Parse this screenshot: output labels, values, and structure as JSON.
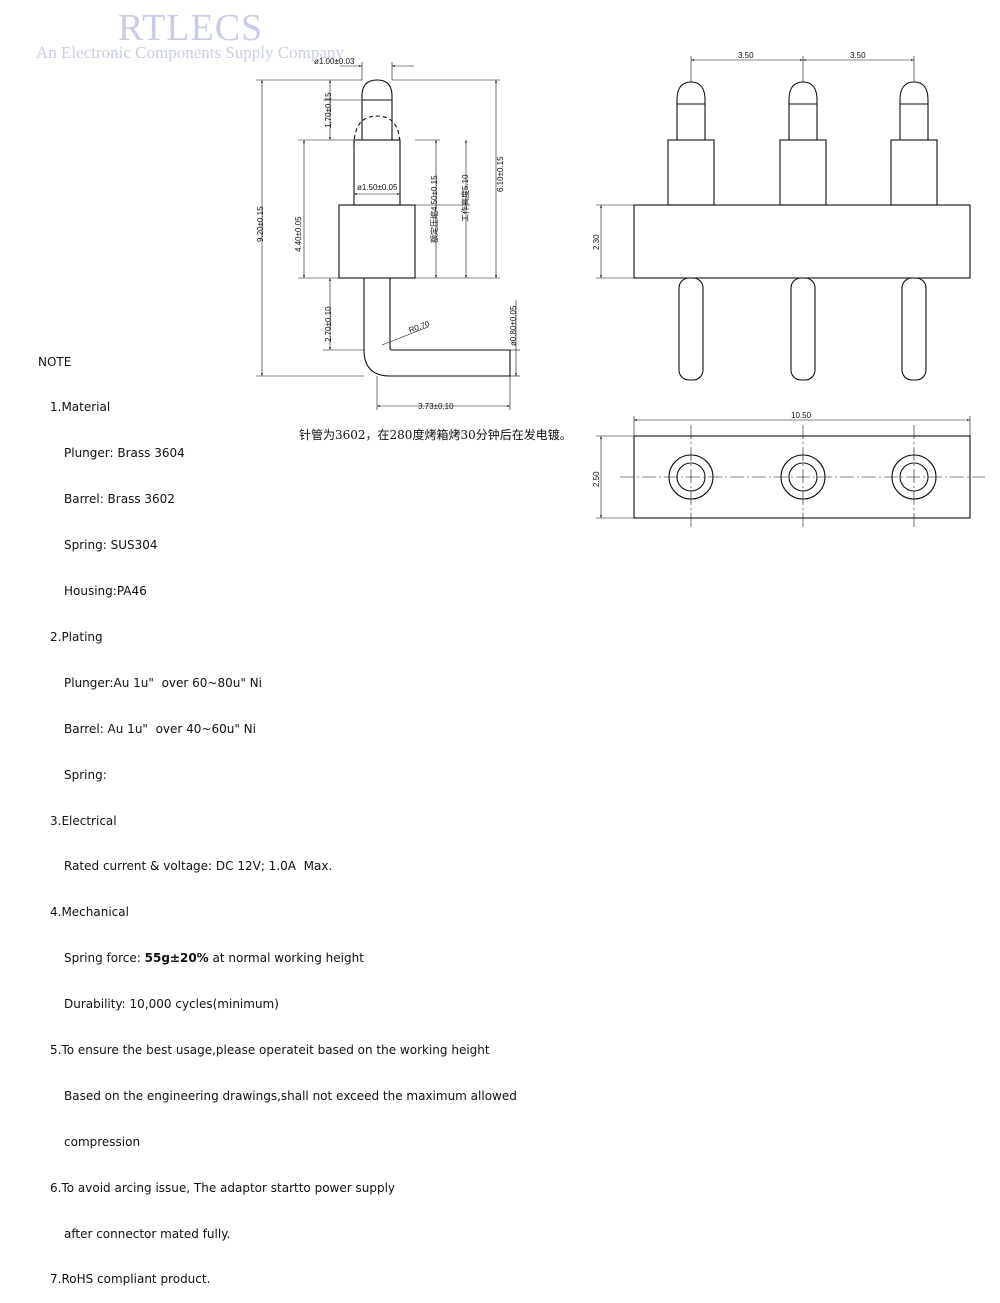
{
  "watermark": {
    "title": "RTLECS",
    "subtitle": "An Electronic Components Supply Company"
  },
  "dims": {
    "plunger_dia": "ø1.00±0.03",
    "tip_len": "1.70±0.15",
    "total_len": "9.20±0.15",
    "barrel_len": "4.40±0.05",
    "barrel_dia": "ø1.50±0.05",
    "compressed_h": "额定压缩4.50±0.15",
    "working_h": "工作高度5.10",
    "free_h": "6.10±0.15",
    "tail_len": "2.70±0.10",
    "bend_r": "R0.70",
    "tail_dia": "ø0.80±0.05",
    "tail_reach": "3.73±0.10",
    "pitch1": "3.50",
    "pitch2": "3.50",
    "housing_h": "2.30",
    "housing_w": "10.50",
    "housing_d": "2.50"
  },
  "cn_note": "针管为3602，在280度烤箱烤30分钟后在发电镀。",
  "notes": {
    "heading": "NOTE",
    "l1": "1.Material",
    "l2": "Plunger: Brass 3604",
    "l3": "Barrel: Brass 3602",
    "l4": "Spring: SUS304",
    "l5": "Housing:PA46",
    "l6": "2.Plating",
    "l7": "Plunger:Au 1u\"  over 60~80u\" Ni",
    "l8": "Barrel: Au 1u\"  over 40~60u\" Ni",
    "l9": "Spring:",
    "l10": "3.Electrical",
    "l11": "Rated current & voltage: DC 12V; 1.0A  Max.",
    "l12": "4.Mechanical",
    "l13a": "Spring force: ",
    "l13b": "55g±20%",
    "l13c": " at normal working height",
    "l14": "Durability: 10,000 cycles(minimum)",
    "l15": "5.To ensure the best usage,please operateit based on the working height",
    "l16": "Based on the engineering drawings,shall not exceed the maximum allowed",
    "l17": "compression",
    "l18": "6.To avoid arcing issue, The adaptor startto power supply",
    "l19": "after connector mated fully.",
    "l20": "7.RoHS compliant product."
  }
}
